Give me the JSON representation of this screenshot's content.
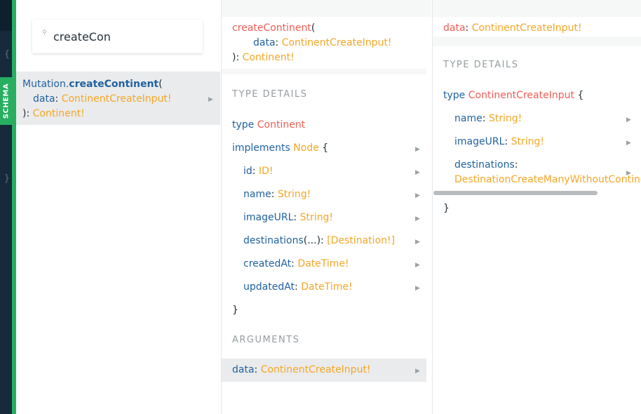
{
  "search": {
    "value": "createCon"
  },
  "result": {
    "owner": "Mutation.",
    "name": "createContinent",
    "open_paren": "(",
    "arg_name": "data",
    "colon": ": ",
    "arg_type": "ContinentCreateInput!",
    "close": "): ",
    "return_type": "Continent!"
  },
  "col2": {
    "sig_name": "createContinent",
    "sig_open": "(",
    "arg_name": "data",
    "arg_colon": ": ",
    "arg_type": "ContinentCreateInput!",
    "sig_close": "): ",
    "return_type": "Continent!",
    "type_details_label": "TYPE DETAILS",
    "type_kw": "type",
    "type_name": "Continent",
    "implements_kw": "implements",
    "implements_name": "Node",
    "open_brace": "{",
    "close_brace": "}",
    "fields": [
      {
        "name": "id",
        "sep": ": ",
        "type": "ID!"
      },
      {
        "name": "name",
        "sep": ": ",
        "type": "String!"
      },
      {
        "name": "imageURL",
        "sep": ": ",
        "type": "String!"
      },
      {
        "name": "destinations",
        "args": "(...)",
        "sep": ": ",
        "type": "[Destination!]"
      },
      {
        "name": "createdAt",
        "sep": ": ",
        "type": "DateTime!"
      },
      {
        "name": "updatedAt",
        "sep": ": ",
        "type": "DateTime!"
      }
    ],
    "arguments_label": "ARGUMENTS",
    "argument": {
      "name": "data",
      "sep": ": ",
      "type": "ContinentCreateInput!"
    }
  },
  "col3": {
    "header_name": "data",
    "header_sep": ": ",
    "header_type": "ContinentCreateInput!",
    "type_details_label": "TYPE DETAILS",
    "type_kw": "type",
    "type_name": "ContinentCreateInput",
    "open_brace": "{",
    "close_brace": "}",
    "fields": [
      {
        "name": "name",
        "sep": ": ",
        "type": "String!"
      },
      {
        "name": "imageURL",
        "sep": ": ",
        "type": "String!"
      },
      {
        "name": "destinations",
        "sep": ":",
        "type": "DestinationCreateManyWithoutContinentInput"
      }
    ]
  },
  "sidebar": {
    "schema_label": "SCHEMA",
    "brace_open": "{",
    "brace_close": "}"
  },
  "colors": {
    "accent": "#27ae60",
    "field": "#1f61a0",
    "type": "#f5a623",
    "name": "#f25c54"
  },
  "icons": {
    "expand": "triangle-right-icon",
    "search": "search-icon"
  }
}
